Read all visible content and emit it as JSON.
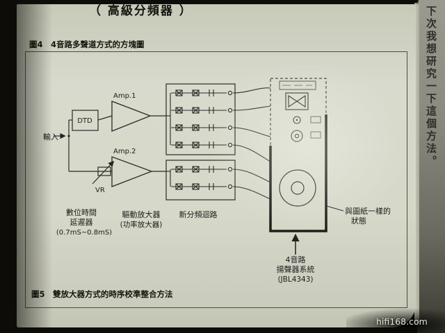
{
  "page": {
    "top_title": "（ 高級分頻器 ）",
    "figure4_caption": "圖4　4音路多聲道方式的方塊圖",
    "figure5_caption": "圖5　雙放大器方式的時序校準整合方法"
  },
  "diagram": {
    "input_label": "輸入",
    "dtd_label": "DTD",
    "amp1_label": "Amp.1",
    "amp2_label": "Amp.2",
    "vr_label": "VR",
    "delay_label_1": "數位時間",
    "delay_label_2": "延遲器",
    "delay_label_3": "(0.7mS~0.8mS)",
    "driver_amp_label_1": "驅動放大器",
    "driver_amp_label_2": "(功率放大器)",
    "crossover_label": "新分頻迴路",
    "baffle_note_1": "與圖紙一樣的",
    "baffle_note_2": "狀態",
    "speaker_label_1": "4音路",
    "speaker_label_2": "揚聲器系統",
    "speaker_label_3": "(JBL4343)"
  },
  "margin": {
    "handwriting": "下次我想研究一下這個方法。"
  },
  "watermark": "hifi168.com",
  "colors": {
    "page_bg": "#d4d6c6",
    "photo_bg": "#0d0c08",
    "ink": "#1c1c1a",
    "margin_strip": "#8a8a80"
  }
}
